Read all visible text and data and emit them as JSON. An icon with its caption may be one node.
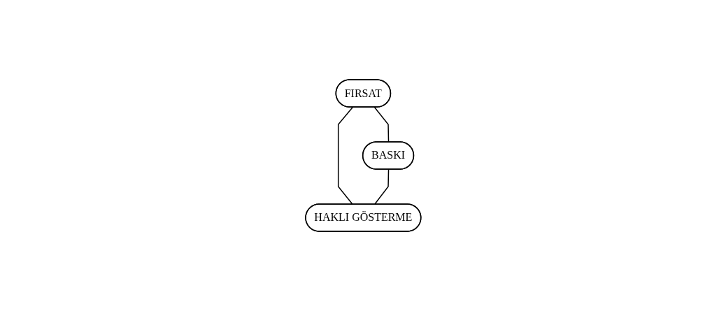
{
  "diagram": {
    "nodes": [
      {
        "text": [
          "FIRSAT"
        ]
      },
      {
        "text": [
          "BASKI"
        ]
      },
      {
        "text": [
          "HAKLI GÖSTERME"
        ]
      }
    ],
    "edges": [
      {
        "from": 0,
        "to": 1,
        "arrow": "none"
      },
      {
        "from": 0,
        "to": 2,
        "arrow": "none"
      },
      {
        "from": 1,
        "to": 2,
        "arrow": "none"
      }
    ]
  }
}
